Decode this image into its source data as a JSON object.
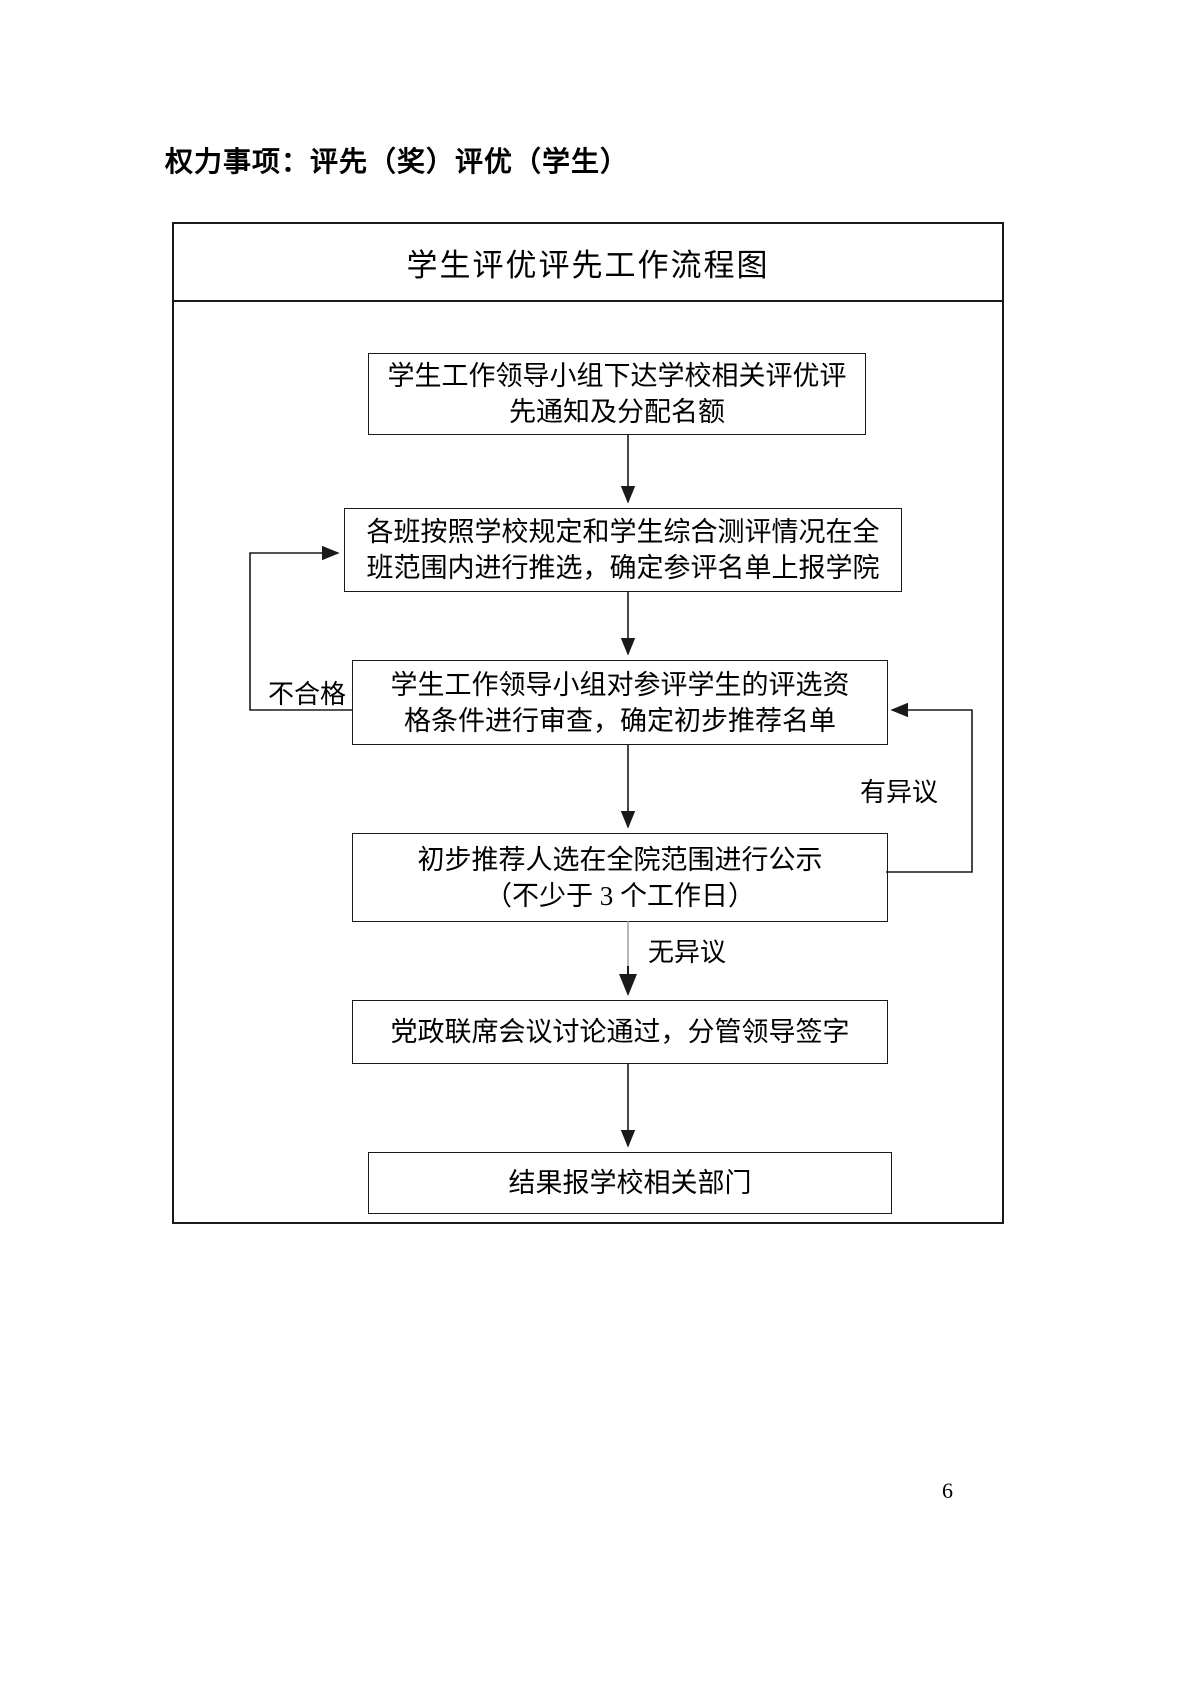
{
  "document": {
    "header_title": "权力事项：评先（奖）评优（学生）",
    "page_number": "6"
  },
  "flowchart": {
    "title": "学生评优评先工作流程图",
    "boxes": [
      {
        "name": "notice-quota",
        "lines": [
          "学生工作领导小组下达学校相关评优评",
          "先通知及分配名额"
        ]
      },
      {
        "name": "class-selection",
        "lines": [
          "各班按照学校规定和学生综合测评情况在全",
          "班范围内进行推选，确定参评名单上报学院"
        ]
      },
      {
        "name": "qualification-review",
        "lines": [
          "学生工作领导小组对参评学生的评选资",
          "格条件进行审查，确定初步推荐名单"
        ]
      },
      {
        "name": "public-notice",
        "lines": [
          "初步推荐人选在全院范围进行公示",
          "（不少于 3 个工作日）"
        ]
      },
      {
        "name": "joint-meeting-approval",
        "lines": [
          "党政联席会议讨论通过，分管领导签字"
        ]
      },
      {
        "name": "report-to-school",
        "lines": [
          "结果报学校相关部门"
        ]
      }
    ],
    "edge_labels": {
      "unqualified": "不合格",
      "objection": "有异议",
      "no_objection": "无异议"
    }
  },
  "colors": {
    "line": "#1a1a1a",
    "background": "#ffffff",
    "connector_light": "#9a9a9a"
  }
}
